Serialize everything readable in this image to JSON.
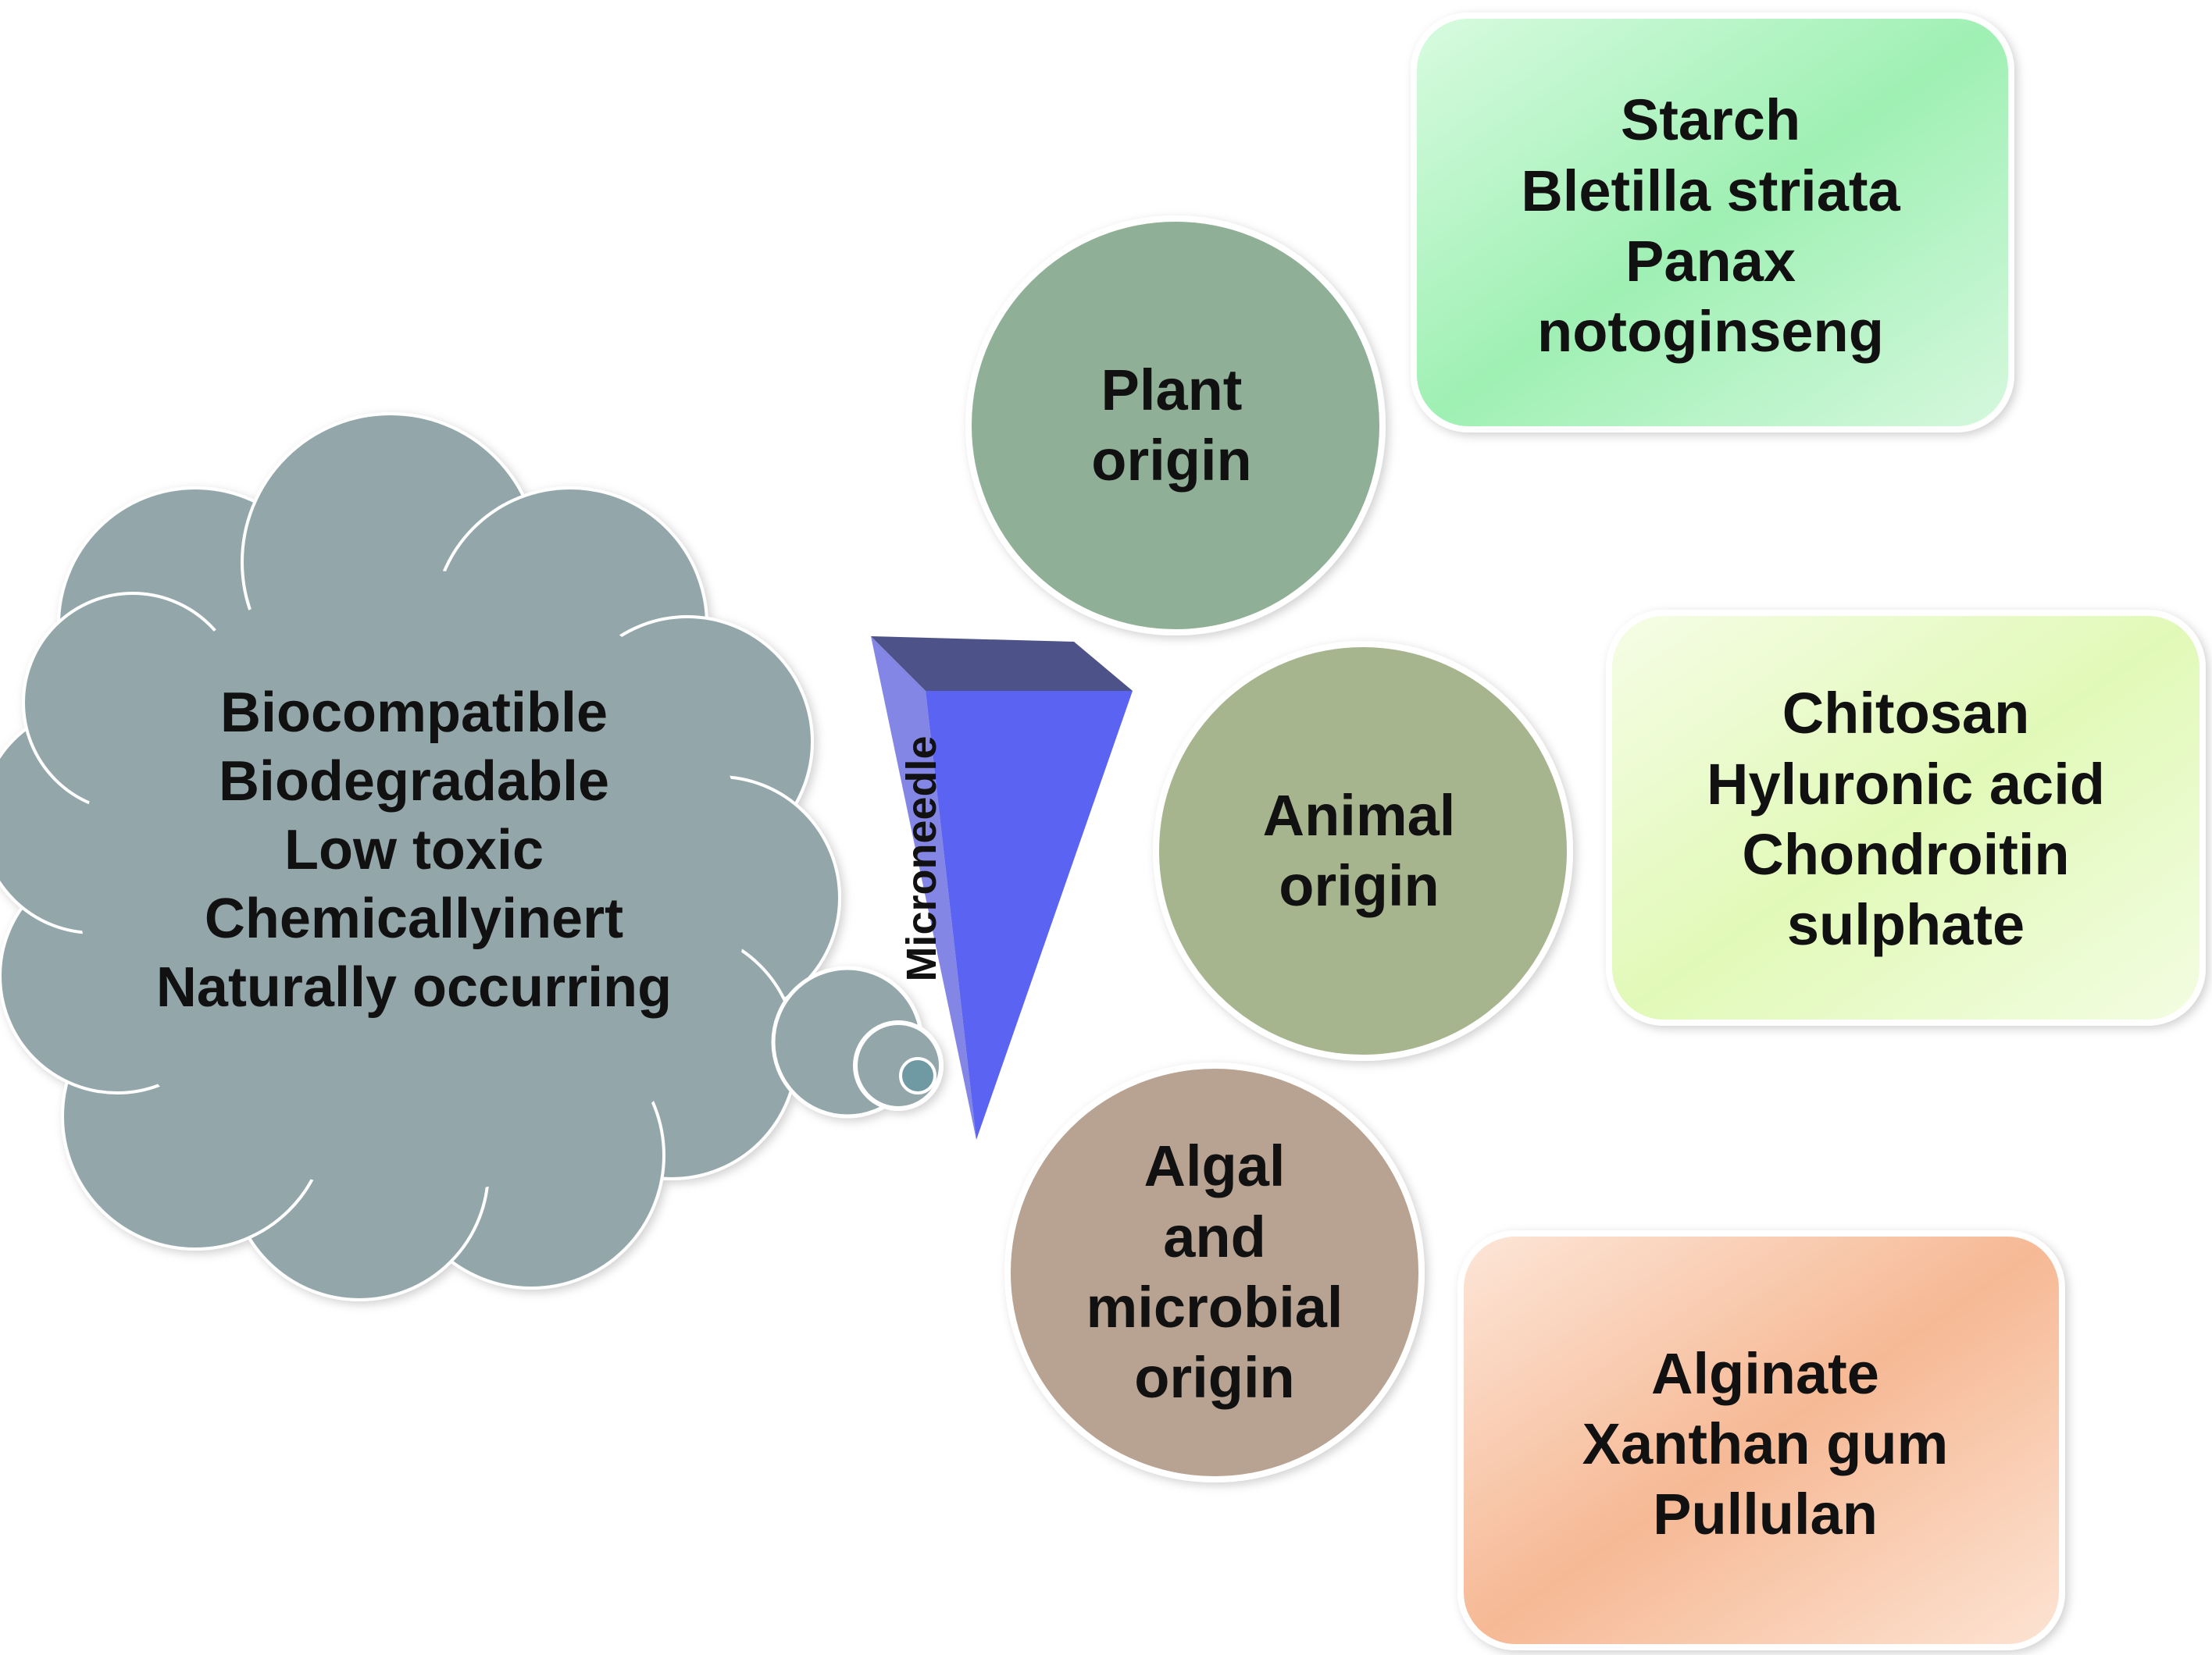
{
  "colors": {
    "cloud": "#93a7ab",
    "plant_circle": "#8fb096",
    "animal_circle": "#a7b58f",
    "algal_circle": "#b8a291",
    "plant_box": "#b6f3c4",
    "animal_box": "#e8fbc4",
    "algal_box": "#f8c8ab",
    "needle_front": "#5b63f2",
    "needle_top": "#4d5388"
  },
  "cloud": {
    "lines": [
      "Biocompatible",
      "Biodegradable",
      "Low toxic",
      "Chemicallyinert",
      "Naturally occurring"
    ]
  },
  "microneedle": {
    "label": "Microneedle"
  },
  "categories": [
    {
      "id": "plant",
      "circle_lines": [
        "Plant",
        "origin"
      ],
      "box_lines": [
        "Starch",
        "Bletilla striata",
        "Panax",
        "notoginseng"
      ]
    },
    {
      "id": "animal",
      "circle_lines": [
        "Animal",
        "origin"
      ],
      "box_lines": [
        "Chitosan",
        "Hyluronic acid",
        "Chondroitin",
        "sulphate"
      ]
    },
    {
      "id": "algal",
      "circle_lines": [
        "Algal",
        "and",
        "microbial",
        "origin"
      ],
      "box_lines": [
        "Alginate",
        "Xanthan gum",
        "Pullulan"
      ]
    }
  ]
}
